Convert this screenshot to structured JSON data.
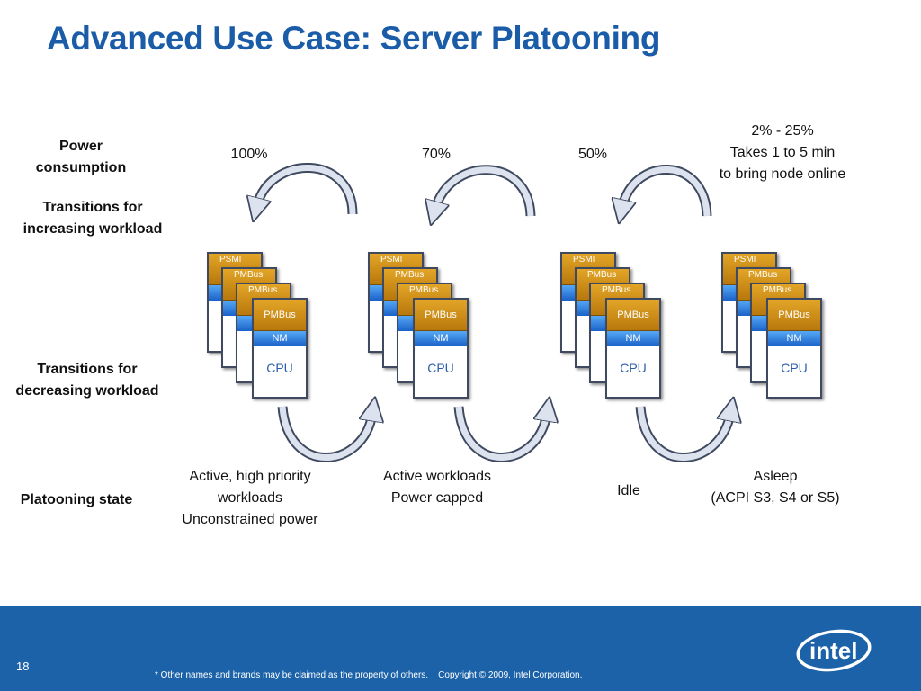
{
  "slide": {
    "title": "Advanced Use Case: Server Platooning",
    "page_number": "18",
    "footer": "* Other names and brands may be claimed as the property of others.    Copyright © 2009, Intel Corporation.",
    "logo_text": "intel"
  },
  "row_labels": {
    "power_line1": "Power",
    "power_line2": "consumption",
    "increasing_line1": "Transitions for",
    "increasing_line2": "increasing workload",
    "decreasing_line1": "Transitions for",
    "decreasing_line2": "decreasing workload",
    "state": "Platooning state"
  },
  "stages": [
    {
      "power": [
        "100%"
      ],
      "state": [
        "Active, high priority",
        "workloads",
        "Unconstrained power"
      ]
    },
    {
      "power": [
        "70%"
      ],
      "state": [
        "Active workloads",
        "Power capped"
      ]
    },
    {
      "power": [
        "50%"
      ],
      "state": [
        "Idle"
      ]
    },
    {
      "power": [
        "2% - 25%",
        "Takes 1 to 5 min",
        "to bring node online"
      ],
      "state": [
        "Asleep",
        "(ACPI S3, S4 or S5)"
      ]
    }
  ],
  "server_card": {
    "back_label": "PSMI",
    "pmbus": "PMBus",
    "nm": "NM",
    "cpu": "CPU"
  },
  "colors": {
    "title": "#1a5ca8",
    "band": "#1b62a8",
    "pmbus": "#d4961d",
    "nm": "#2a7fe0",
    "arrow_fill": "#dde3ee",
    "arrow_stroke": "#3f4a60"
  }
}
